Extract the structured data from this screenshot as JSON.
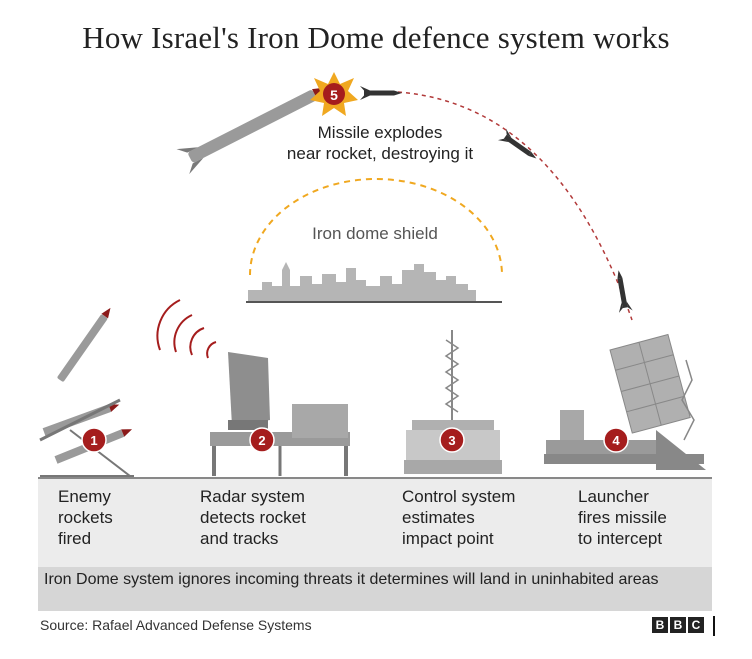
{
  "title": "How Israel's Iron Dome defence system works",
  "step5": {
    "number": "5",
    "caption_line1": "Missile explodes",
    "caption_line2": "near rocket, destroying it"
  },
  "dome_label": "Iron dome shield",
  "steps": [
    {
      "number": "1",
      "lines": [
        "Enemy",
        "rockets",
        "fired"
      ]
    },
    {
      "number": "2",
      "lines": [
        "Radar system",
        "detects rocket",
        "and tracks"
      ]
    },
    {
      "number": "3",
      "lines": [
        "Control system",
        "estimates",
        "impact point"
      ]
    },
    {
      "number": "4",
      "lines": [
        "Launcher",
        "fires missile",
        "to intercept"
      ]
    }
  ],
  "note": "Iron Dome system ignores incoming threats it determines will land in uninhabited areas",
  "source": "Source: Rafael Advanced Defense Systems",
  "logo": [
    "B",
    "B",
    "C"
  ],
  "colors": {
    "badge": "#a51d1d",
    "dome_dash": "#f0a820",
    "trajectory": "#b23a3a",
    "equipment": "#9a9a9a",
    "ground": "#ececec",
    "note_bg": "#d6d6d6"
  }
}
